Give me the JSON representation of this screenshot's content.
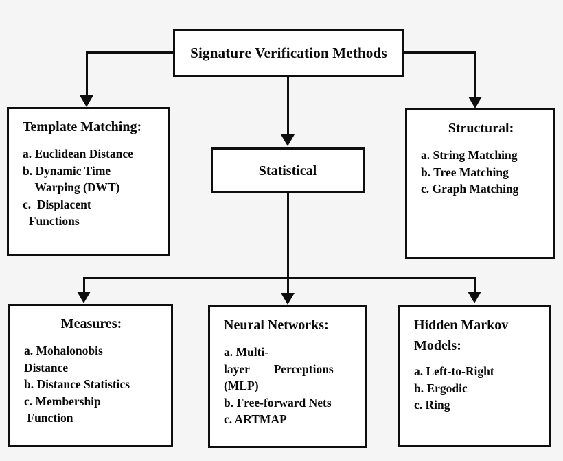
{
  "diagram": {
    "type": "flowchart",
    "line_color": "#0e0e0e",
    "box_fill": "#ffffff",
    "background": "#f5f5f5",
    "root": {
      "title": "Signature Verification Methods"
    },
    "level2": {
      "template_matching": {
        "heading": "Template Matching:",
        "items": {
          "0": "a. Euclidean Distance",
          "1": "b. Dynamic Time",
          "2": "    Warping (DWT)",
          "3": "c.  Displacent",
          "4": "  Functions"
        }
      },
      "statistical": {
        "heading": "Statistical"
      },
      "structural": {
        "heading": "Structural:",
        "items": {
          "0": "a. String Matching",
          "1": "b. Tree Matching",
          "2": "c. Graph Matching"
        }
      }
    },
    "level3": {
      "measures": {
        "heading": "Measures:",
        "items": {
          "0": "a. Mohalonobis",
          "1": "Distance",
          "2": "b. Distance Statistics",
          "3": "c. Membership",
          "4": " Function"
        }
      },
      "neural_networks": {
        "heading": "Neural Networks:",
        "items": {
          "0": "a. Multi-",
          "1": "layer        Perceptions",
          "2": "(MLP)",
          "3": "b. Free-forward Nets",
          "4": "c. ARTMAP"
        }
      },
      "hidden_markov": {
        "heading_line1": "Hidden Markov",
        "heading_line2": "Models:",
        "items": {
          "0": "a. Left-to-Right",
          "1": "b. Ergodic",
          "2": "c. Ring"
        }
      }
    }
  }
}
